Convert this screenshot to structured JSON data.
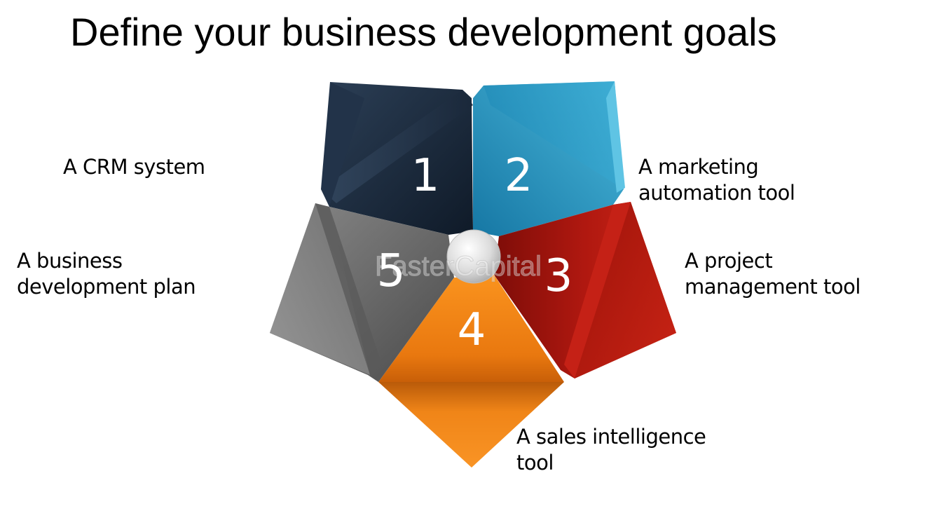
{
  "title": "Define your business development goals",
  "segments": [
    {
      "number": "1",
      "label_lines": [
        "A CRM system"
      ],
      "color": "#1d2d40"
    },
    {
      "number": "2",
      "label_lines": [
        "A marketing",
        "automation tool"
      ],
      "color": "#2596bf"
    },
    {
      "number": "3",
      "label_lines": [
        "A project",
        "management tool"
      ],
      "color": "#b81a10"
    },
    {
      "number": "4",
      "label_lines": [
        "A sales intelligence",
        "tool"
      ],
      "color": "#f3871a"
    },
    {
      "number": "5",
      "label_lines": [
        "A business",
        "development plan"
      ],
      "color": "#666666"
    }
  ],
  "watermark": "FasterCapital"
}
